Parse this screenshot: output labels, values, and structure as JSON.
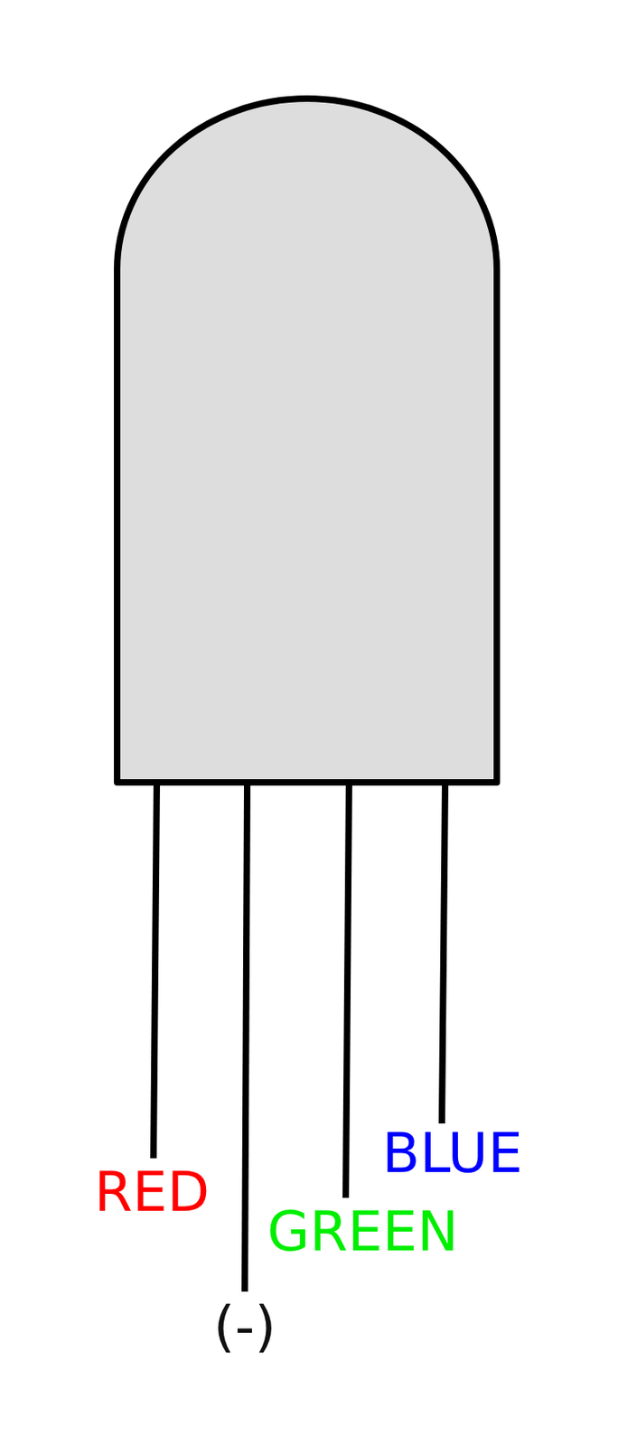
{
  "diagram": {
    "labels": [
      "RED",
      "(-)",
      "GREEN",
      "BLUE"
    ]
  }
}
